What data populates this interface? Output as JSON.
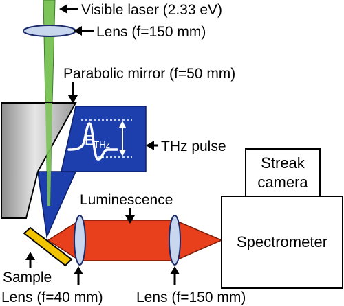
{
  "labels": {
    "visible_laser": "Visible laser (2.33 eV)",
    "lens_top": "Lens (f=150 mm)",
    "parabolic_mirror": "Parabolic mirror (f=50 mm)",
    "thz_pulse": "THz pulse",
    "field_symbol": "E",
    "field_subscript": "THz",
    "luminescence": "Luminescence",
    "streak_camera_line1": "Streak",
    "streak_camera_line2": "camera",
    "spectrometer": "Spectrometer",
    "sample": "Sample",
    "lens_bottom_left": "Lens (f=40 mm)",
    "lens_bottom_right": "Lens (f=150 mm)"
  },
  "colors": {
    "laser_green": "#7cc35a",
    "thz_blue": "#1d3fae",
    "mirror_gray": "#a9a9a9",
    "luminescence_red": "#e8401c",
    "lens_blue": "#c8d6ee",
    "sample_yellow": "#f2c400"
  }
}
